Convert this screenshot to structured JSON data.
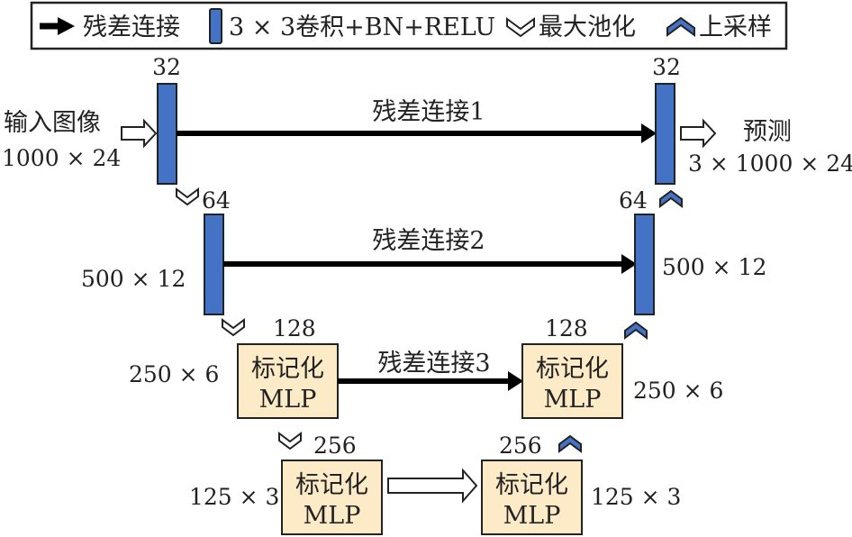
{
  "legend": {
    "residual": "残差连接",
    "conv": "3 × 3卷积+BN+RELU",
    "maxpool": "最大池化",
    "upsample": "上采样"
  },
  "colors": {
    "conv_block": "#4472C4",
    "mlp_block": "#FDEBC8",
    "stroke": "#222222",
    "arrow": "#000000"
  },
  "encoder": {
    "level1": {
      "channels": "32",
      "input_label": "输入图像",
      "input_size": "1000 × 24"
    },
    "level2": {
      "channels": "64",
      "size": "500 × 12"
    },
    "level3": {
      "channels": "128",
      "size": "250 × 6",
      "block_line1": "标记化",
      "block_line2": "MLP"
    },
    "level4": {
      "channels": "256",
      "size": "125 × 3",
      "block_line1": "标记化",
      "block_line2": "MLP"
    }
  },
  "decoder": {
    "level1": {
      "channels": "32",
      "output_label": "预测",
      "output_size": "3 × 1000 × 24"
    },
    "level2": {
      "channels": "64",
      "size": "500 × 12"
    },
    "level3": {
      "channels": "128",
      "size": "250 × 6",
      "block_line1": "标记化",
      "block_line2": "MLP"
    },
    "level4": {
      "channels": "256",
      "size": "125 × 3",
      "block_line1": "标记化",
      "block_line2": "MLP"
    }
  },
  "skips": {
    "s1": "残差连接1",
    "s2": "残差连接2",
    "s3": "残差连接3"
  }
}
